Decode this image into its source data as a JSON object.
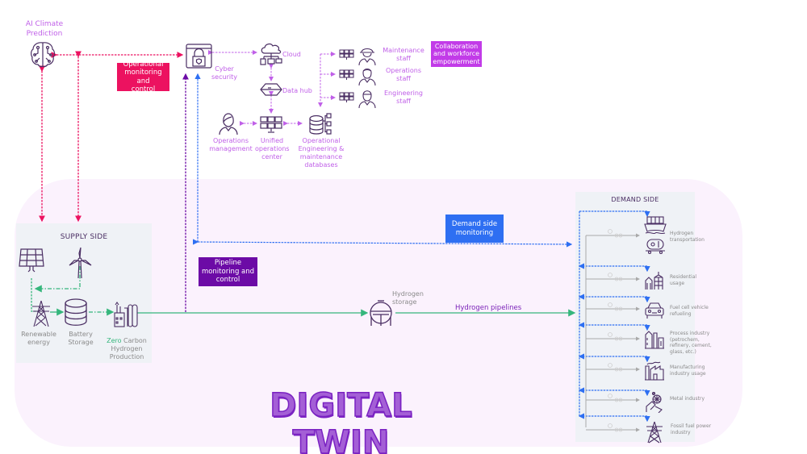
{
  "title": "DIGITAL TWIN",
  "colors": {
    "operational": "#ec1260",
    "pipeline": "#6c0ba6",
    "demand_monitoring": "#2e6ff2",
    "collaboration": "#c23be8",
    "hydrogen_flow": "#35b67c",
    "icon_stroke": "#4a2e63",
    "twin_bg": "#fbf2fd",
    "panel_bg": "#eff2f6"
  },
  "ai": {
    "label_line1": "AI Climate",
    "label_line2": "Prediction",
    "icon": "brain-circuit-icon"
  },
  "callouts": {
    "operational": {
      "line1": "Operational",
      "line2": "monitoring and",
      "line3": "control"
    },
    "collaboration": {
      "line1": "Collaboration",
      "line2": "and workforce",
      "line3": "empowerment"
    },
    "pipeline": {
      "line1": "Pipeline",
      "line2": "monitoring and",
      "line3": "control"
    },
    "demand": {
      "line1": "Demand side",
      "line2": "monitoring"
    }
  },
  "operations": {
    "cyber": {
      "line1": "Cyber",
      "line2": "security",
      "icon": "lock-window-icon"
    },
    "cloud": {
      "label": "Cloud",
      "icon": "cloud-network-icon"
    },
    "datahub": {
      "label": "Data hub",
      "icon": "data-hub-icon"
    },
    "ops_mgmt": {
      "line1": "Operations",
      "line2": "management",
      "icon": "person-icon"
    },
    "unified": {
      "line1": "Unified",
      "line2": "operations",
      "line3": "center",
      "icon": "monitor-wall-icon"
    },
    "databases": {
      "line1": "Operational",
      "line2": "Engineering &",
      "line3": "maintenance",
      "line4": "databases",
      "icon": "database-icon"
    },
    "staff": [
      {
        "line1": "Maintenance",
        "line2": "staff",
        "icon": "hardhat-worker-icon"
      },
      {
        "line1": "Operations",
        "line2": "staff",
        "icon": "headset-worker-icon"
      },
      {
        "line1": "Engineering",
        "line2": "staff",
        "icon": "engineer-icon"
      }
    ]
  },
  "supply": {
    "title": "SUPPLY SIDE",
    "renewable": {
      "line1": "Renewable",
      "line2": "energy"
    },
    "battery": {
      "line1": "Battery",
      "line2": "Storage"
    },
    "production": {
      "accent": "Zero",
      "line1_rest": " Carbon",
      "line2": "Hydrogen",
      "line3": "Production"
    }
  },
  "storage": {
    "line1": "Hydrogen",
    "line2": "storage"
  },
  "pipelines_label": "Hydrogen pipelines",
  "demand": {
    "title": "DEMAND SIDE",
    "items": [
      {
        "lines": [
          "Hydrogen",
          "transportation"
        ],
        "icon": "ship-train-icon"
      },
      {
        "lines": [
          "Residential",
          "usage"
        ],
        "icon": "buildings-icon"
      },
      {
        "lines": [
          "Fuel cell vehicle",
          "refueling"
        ],
        "icon": "car-icon"
      },
      {
        "lines": [
          "Process industry",
          "(petrochem,",
          "refinery, cement,",
          "glass, etc.)"
        ],
        "icon": "refinery-icon"
      },
      {
        "lines": [
          "Manufacturing",
          "industry usage"
        ],
        "icon": "factory-icon"
      },
      {
        "lines": [
          "Metal industry"
        ],
        "icon": "metal-pour-icon"
      },
      {
        "lines": [
          "Fossil fuel power",
          "industry"
        ],
        "icon": "power-tower-icon"
      }
    ]
  }
}
